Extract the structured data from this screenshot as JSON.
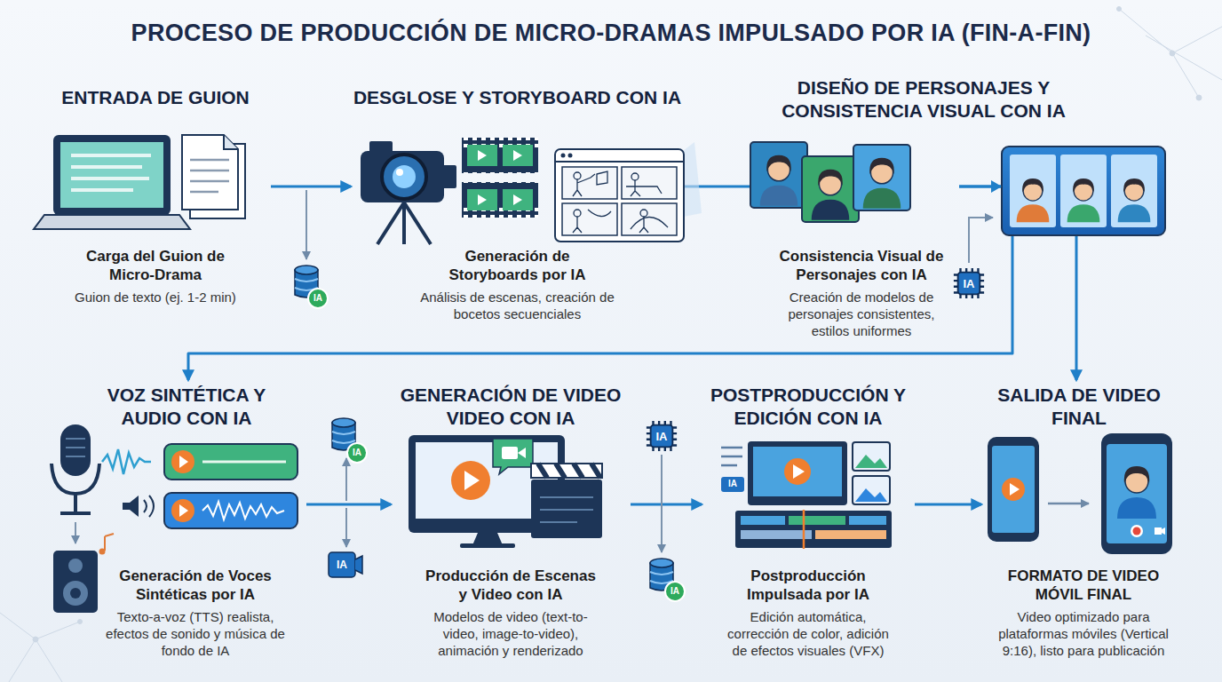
{
  "diagram": {
    "title": "PROCESO DE PRODUCCIÓN DE MICRO-DRAMAS IMPULSADO POR IA (FIN-A-FIN)",
    "nodes": [
      {
        "text": [
          "ENTRADA DE GUION",
          "Carga del Guion de Micro-Drama",
          "Guion de texto (ej. 1-2 min)"
        ]
      },
      {
        "text": [
          "DESGLOSE Y STORYBOARD CON IA",
          "Generación de Storyboards por IA",
          "Análisis de escenas, creación de bocetos secuenciales"
        ]
      },
      {
        "text": [
          "DISEÑO DE PERSONAJES Y CONSISTENCIA VISUAL CON IA",
          "Consistencia Visual de Personajes con IA",
          "Creación de modelos de personajes consistentes, estilos uniformes"
        ]
      },
      {
        "text": [
          "VOZ SINTÉTICA Y AUDIO CON IA",
          "Generación de Voces Sintéticas por IA",
          "Texto-a-voz (TTS) realista, efectos de sonido y música de fondo de IA"
        ]
      },
      {
        "text": [
          "GENERACIÓN DE VIDEO VIDEO CON IA",
          "Producción de Escenas y Video con IA",
          "Modelos de video (text-to-video, image-to-video), animación y renderizado"
        ]
      },
      {
        "text": [
          "POSTPRODUCCIÓN Y EDICIÓN CON IA",
          "Postproducción Impulsada por IA",
          "Edición automática, corrección de color, adición de efectos visuales (VFX)"
        ]
      },
      {
        "text": [
          "SALIDA DE VIDEO FINAL",
          "FORMATO DE VIDEO MÓVIL FINAL",
          "Video optimizado para plataformas móviles (Vertical 9:16), listo para publicación"
        ]
      }
    ],
    "edges": [
      {
        "from": 0,
        "to": 1,
        "arrow": "to"
      },
      {
        "from": 1,
        "to": 2,
        "arrow": "to"
      },
      {
        "from": 2,
        "to": 3,
        "arrow": "to"
      },
      {
        "from": 2,
        "to": 6,
        "arrow": "to"
      },
      {
        "from": 3,
        "to": 4,
        "arrow": "to"
      },
      {
        "from": 4,
        "to": 5,
        "arrow": "to"
      },
      {
        "from": 5,
        "to": 6,
        "arrow": "to"
      }
    ],
    "labels": [
      "IA",
      "IA",
      "IA",
      "IA",
      "IA",
      "IA",
      "IA"
    ]
  }
}
